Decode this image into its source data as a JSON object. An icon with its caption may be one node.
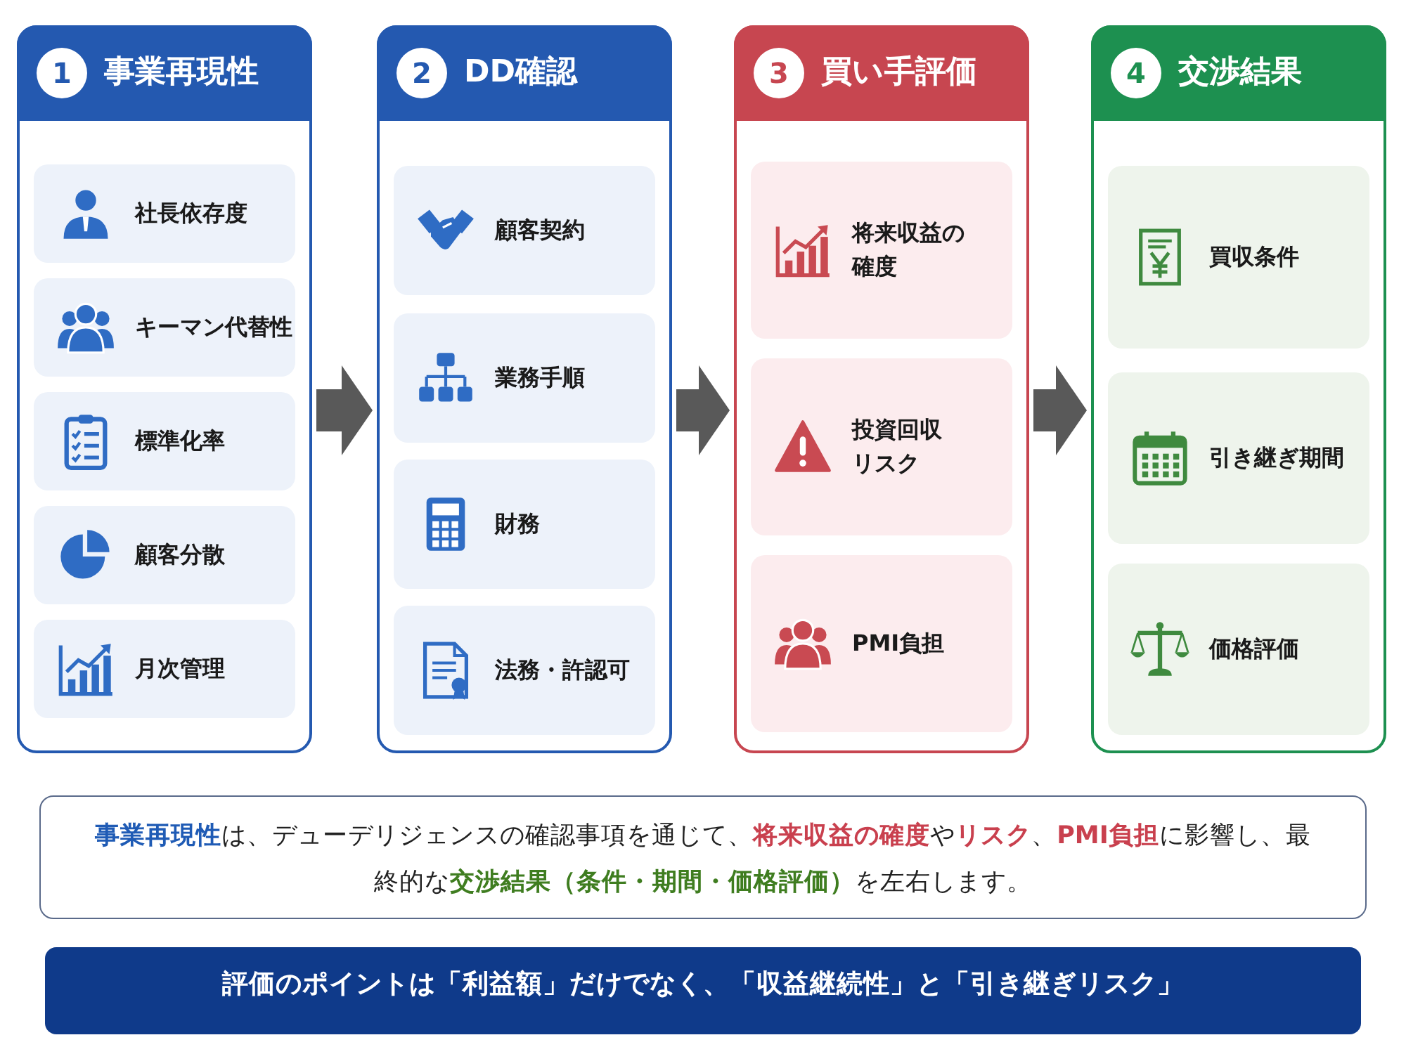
{
  "diagram": {
    "nodes": [
      {
        "text": [
          "1",
          "事業再現性"
        ]
      },
      {
        "text": [
          "社長依存度"
        ],
        "in": 0
      },
      {
        "text": [
          "キーマン代替性"
        ],
        "in": 0
      },
      {
        "text": [
          "標準化率"
        ],
        "in": 0
      },
      {
        "text": [
          "顧客分散"
        ],
        "in": 0
      },
      {
        "text": [
          "月次管理"
        ],
        "in": 0
      },
      {
        "text": [
          "2",
          "DD確認"
        ]
      },
      {
        "text": [
          "顧客契約"
        ],
        "in": 6
      },
      {
        "text": [
          "業務手順"
        ],
        "in": 6
      },
      {
        "text": [
          "財務"
        ],
        "in": 6
      },
      {
        "text": [
          "法務・許認可"
        ],
        "in": 6
      },
      {
        "text": [
          "3",
          "買い手評価"
        ]
      },
      {
        "text": [
          "将来収益の確度"
        ],
        "in": 11
      },
      {
        "text": [
          "投資回収リスク"
        ],
        "in": 11
      },
      {
        "text": [
          "PMI負担"
        ],
        "in": 11
      },
      {
        "text": [
          "4",
          "交渉結果"
        ]
      },
      {
        "text": [
          "買収条件"
        ],
        "in": 15
      },
      {
        "text": [
          "引き継ぎ期間"
        ],
        "in": 15
      },
      {
        "text": [
          "価格評価"
        ],
        "in": 15
      },
      {
        "text": [
          "**事業再現性**は、デューデリジェンスの確認事項を通じて、**将来収益の確度**や**リスク**、**PMI負担**に影響し、最終的な**交渉結果（条件・期間・価格評価）**を左右します。"
        ]
      },
      {
        "text": [
          "評価のポイントは「利益額」だけでなく、「収益継続性」と「引き継ぎリスク」"
        ]
      }
    ],
    "edges": [
      {
        "from": 0,
        "to": 6,
        "arrow": "to"
      },
      {
        "from": 6,
        "to": 11,
        "arrow": "to"
      },
      {
        "from": 11,
        "to": 15,
        "arrow": "to"
      }
    ]
  }
}
